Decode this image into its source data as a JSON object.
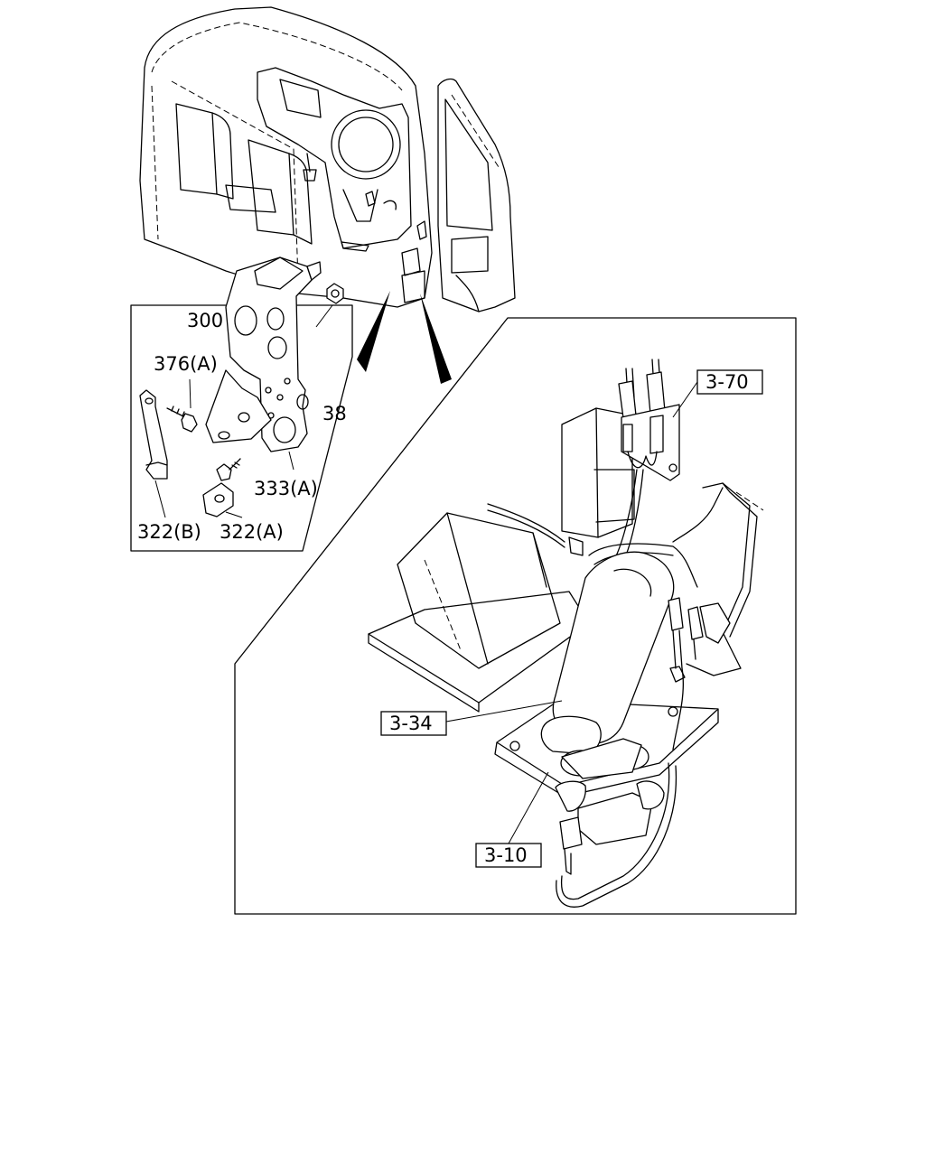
{
  "labels": {
    "p300": "300",
    "p376a": "376(A)",
    "p38": "38",
    "p333a": "333(A)",
    "p322b": "322(B)",
    "p322a": "322(A)",
    "ref370": "3-70",
    "ref334": "3-34",
    "ref310": "3-10"
  }
}
